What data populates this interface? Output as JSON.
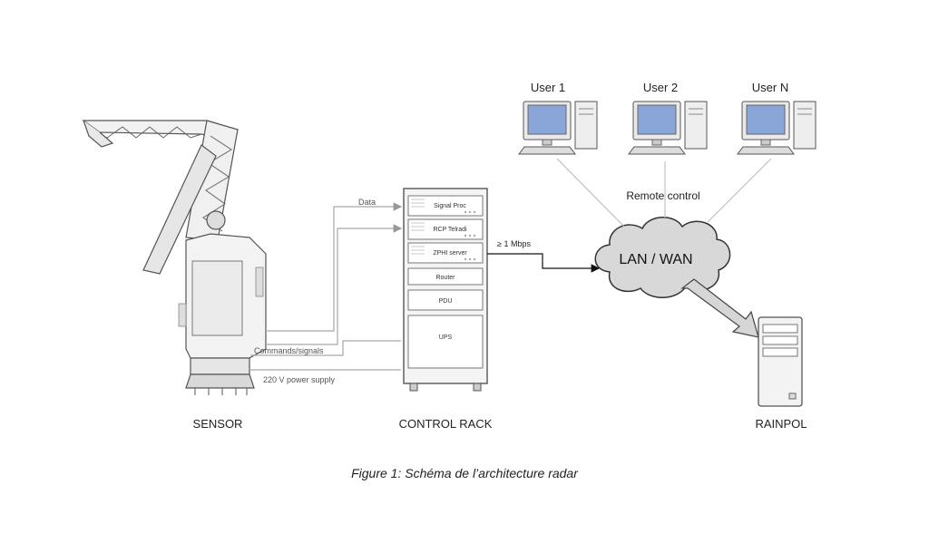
{
  "users": [
    {
      "label": "User 1"
    },
    {
      "label": "User 2"
    },
    {
      "label": "User N"
    }
  ],
  "remote_control_label": "Remote control",
  "network_label": "LAN / WAN",
  "bandwidth_label": "≥ 1 Mbps",
  "links": {
    "data": "Data",
    "commands": "Commands/signals",
    "power": "220 V power supply"
  },
  "rack_units": [
    "Signal Proc",
    "RCP Telradi",
    "ZPHI server",
    "Router",
    "PDU",
    "UPS"
  ],
  "components": {
    "sensor": "SENSOR",
    "rack": "CONTROL RACK",
    "rainpol": "RAINPOL"
  },
  "caption": "Figure 1: Schéma de l’architecture radar",
  "colors": {
    "line": "#b5b5b5",
    "arrow": "#111111",
    "cloud": "#d8d8d8",
    "screen": "#8aa6d8"
  }
}
